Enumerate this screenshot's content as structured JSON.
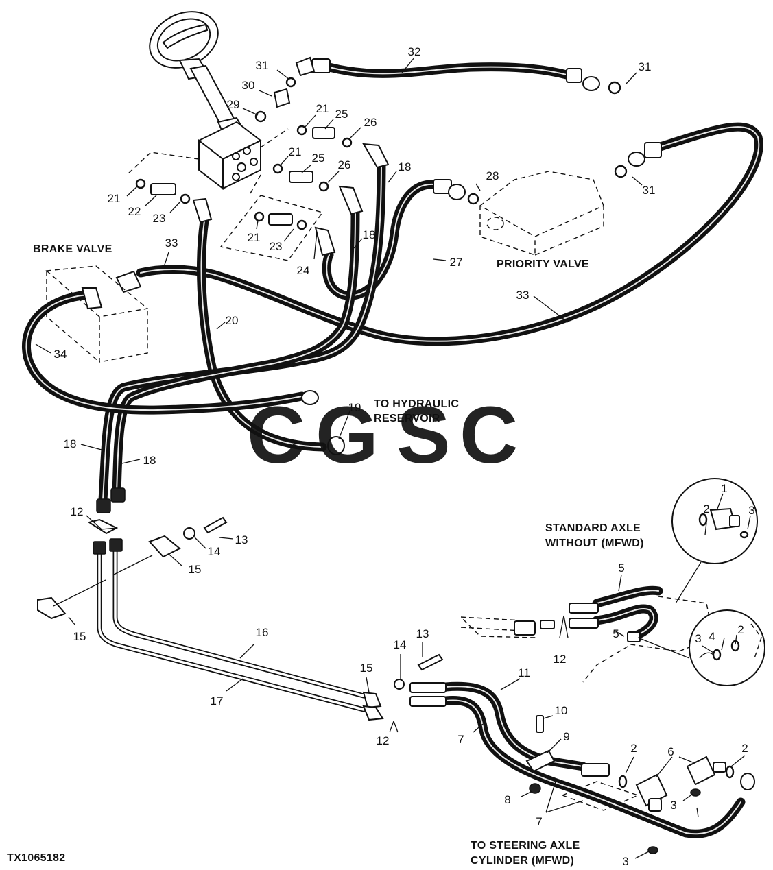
{
  "figure_id": "TX1065182",
  "labels": {
    "brake_valve": "BRAKE VALVE",
    "priority_valve": "PRIORITY VALVE",
    "to_hydraulic_reservoir_1": "TO HYDRAULIC",
    "to_hydraulic_reservoir_2": "RESERVOIR",
    "standard_axle_1": "STANDARD AXLE",
    "standard_axle_2": "WITHOUT (MFWD)",
    "to_steering_axle_1": "TO STEERING AXLE",
    "to_steering_axle_2": "CYLINDER (MFWD)"
  },
  "watermark": {
    "text": "CGSC",
    "colors": {
      "c1": "#4a90e2",
      "g": "#f07a6e",
      "s": "#f5d66a",
      "c2": "#5bbd8a"
    }
  },
  "callouts": [
    "32",
    "31",
    "31",
    "31",
    "30",
    "29",
    "21",
    "25",
    "26",
    "21",
    "25",
    "26",
    "18",
    "28",
    "21",
    "22",
    "23",
    "21",
    "23",
    "24",
    "18",
    "27",
    "33",
    "20",
    "33",
    "34",
    "19",
    "18",
    "18",
    "12",
    "13",
    "14",
    "15",
    "15",
    "5",
    "5",
    "12",
    "1",
    "2",
    "3",
    "2",
    "3",
    "4",
    "16",
    "17",
    "13",
    "14",
    "15",
    "12",
    "11",
    "10",
    "9",
    "7",
    "8",
    "7",
    "6",
    "2",
    "2",
    "3",
    "3"
  ]
}
